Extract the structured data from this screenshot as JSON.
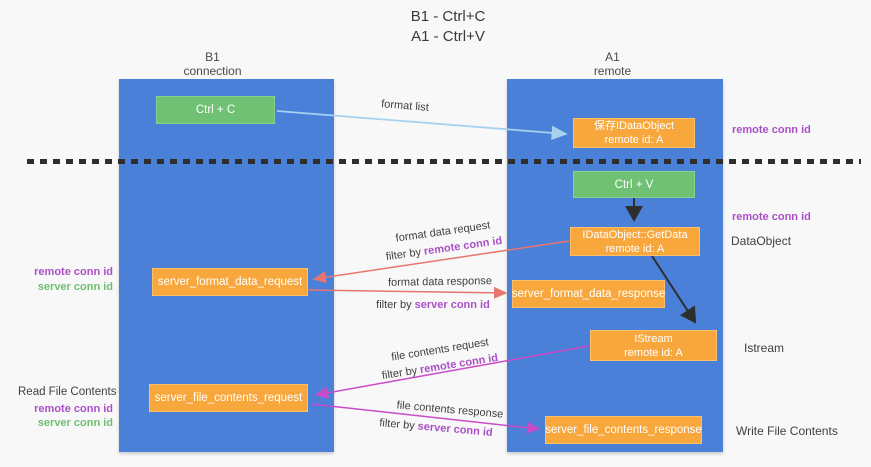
{
  "title": {
    "line1": "B1 - Ctrl+C",
    "line2": "A1 - Ctrl+V"
  },
  "columns": {
    "left": {
      "name": "B1",
      "role": "connection"
    },
    "right": {
      "name": "A1",
      "role": "remote"
    }
  },
  "boxes": {
    "ctrl_c": {
      "label": "Ctrl + C"
    },
    "save_dataobject": {
      "line1": "保存IDataObject",
      "line2": "remote id: A"
    },
    "ctrl_v": {
      "label": "Ctrl + V"
    },
    "getdata": {
      "line1": "IDataObject::GetData",
      "line2": "remote id: A"
    },
    "server_format_data_request": {
      "label": "server_format_data_request"
    },
    "server_format_data_response": {
      "label": "server_format_data_response"
    },
    "istream": {
      "line1": "IStream",
      "line2": "remote id: A"
    },
    "server_file_contents_request": {
      "label": "server_file_contents_request"
    },
    "server_file_contents_response": {
      "label": "server_file_contents_response"
    }
  },
  "arrows": {
    "format_list": {
      "label": "format list"
    },
    "format_data_request": {
      "label": "format data request",
      "filter_prefix": "filter by",
      "filter_key": "remote conn id"
    },
    "format_data_response": {
      "label": "format data response",
      "filter_prefix": "filter by",
      "filter_key": "server conn id"
    },
    "file_contents_request": {
      "label": "file contents request",
      "filter_prefix": "filter by",
      "filter_key": "remote conn id"
    },
    "file_contents_response": {
      "label": "file contents response",
      "filter_prefix": "filter by",
      "filter_key": "server conn id"
    }
  },
  "side_labels": {
    "right_remote_conn_id_top": "remote conn id",
    "right_remote_conn_id_mid": "remote conn id",
    "right_dataobject": "DataObject",
    "right_istream": "Istream",
    "right_write_file_contents": "Write File Contents",
    "left_remote_conn_id_mid": "remote conn id",
    "left_server_conn_id_mid": "server conn id",
    "left_read_file_contents": "Read File Contents",
    "left_remote_conn_id_bottom": "remote conn id",
    "left_server_conn_id_bottom": "server conn id"
  },
  "colors": {
    "background": "#f8f8f8",
    "column_blue": "#4a80d8",
    "box_orange": "#f8a73d",
    "box_green": "#71c174",
    "arrow_lightblue": "#a6d2f0",
    "arrow_red": "#e8766f",
    "arrow_magenta": "#ca4bc8",
    "arrow_black": "#2e2e2e",
    "text_purple": "#ab4fc8",
    "text_green": "#6fbf72",
    "dashed_line": "#2e2e2e"
  }
}
